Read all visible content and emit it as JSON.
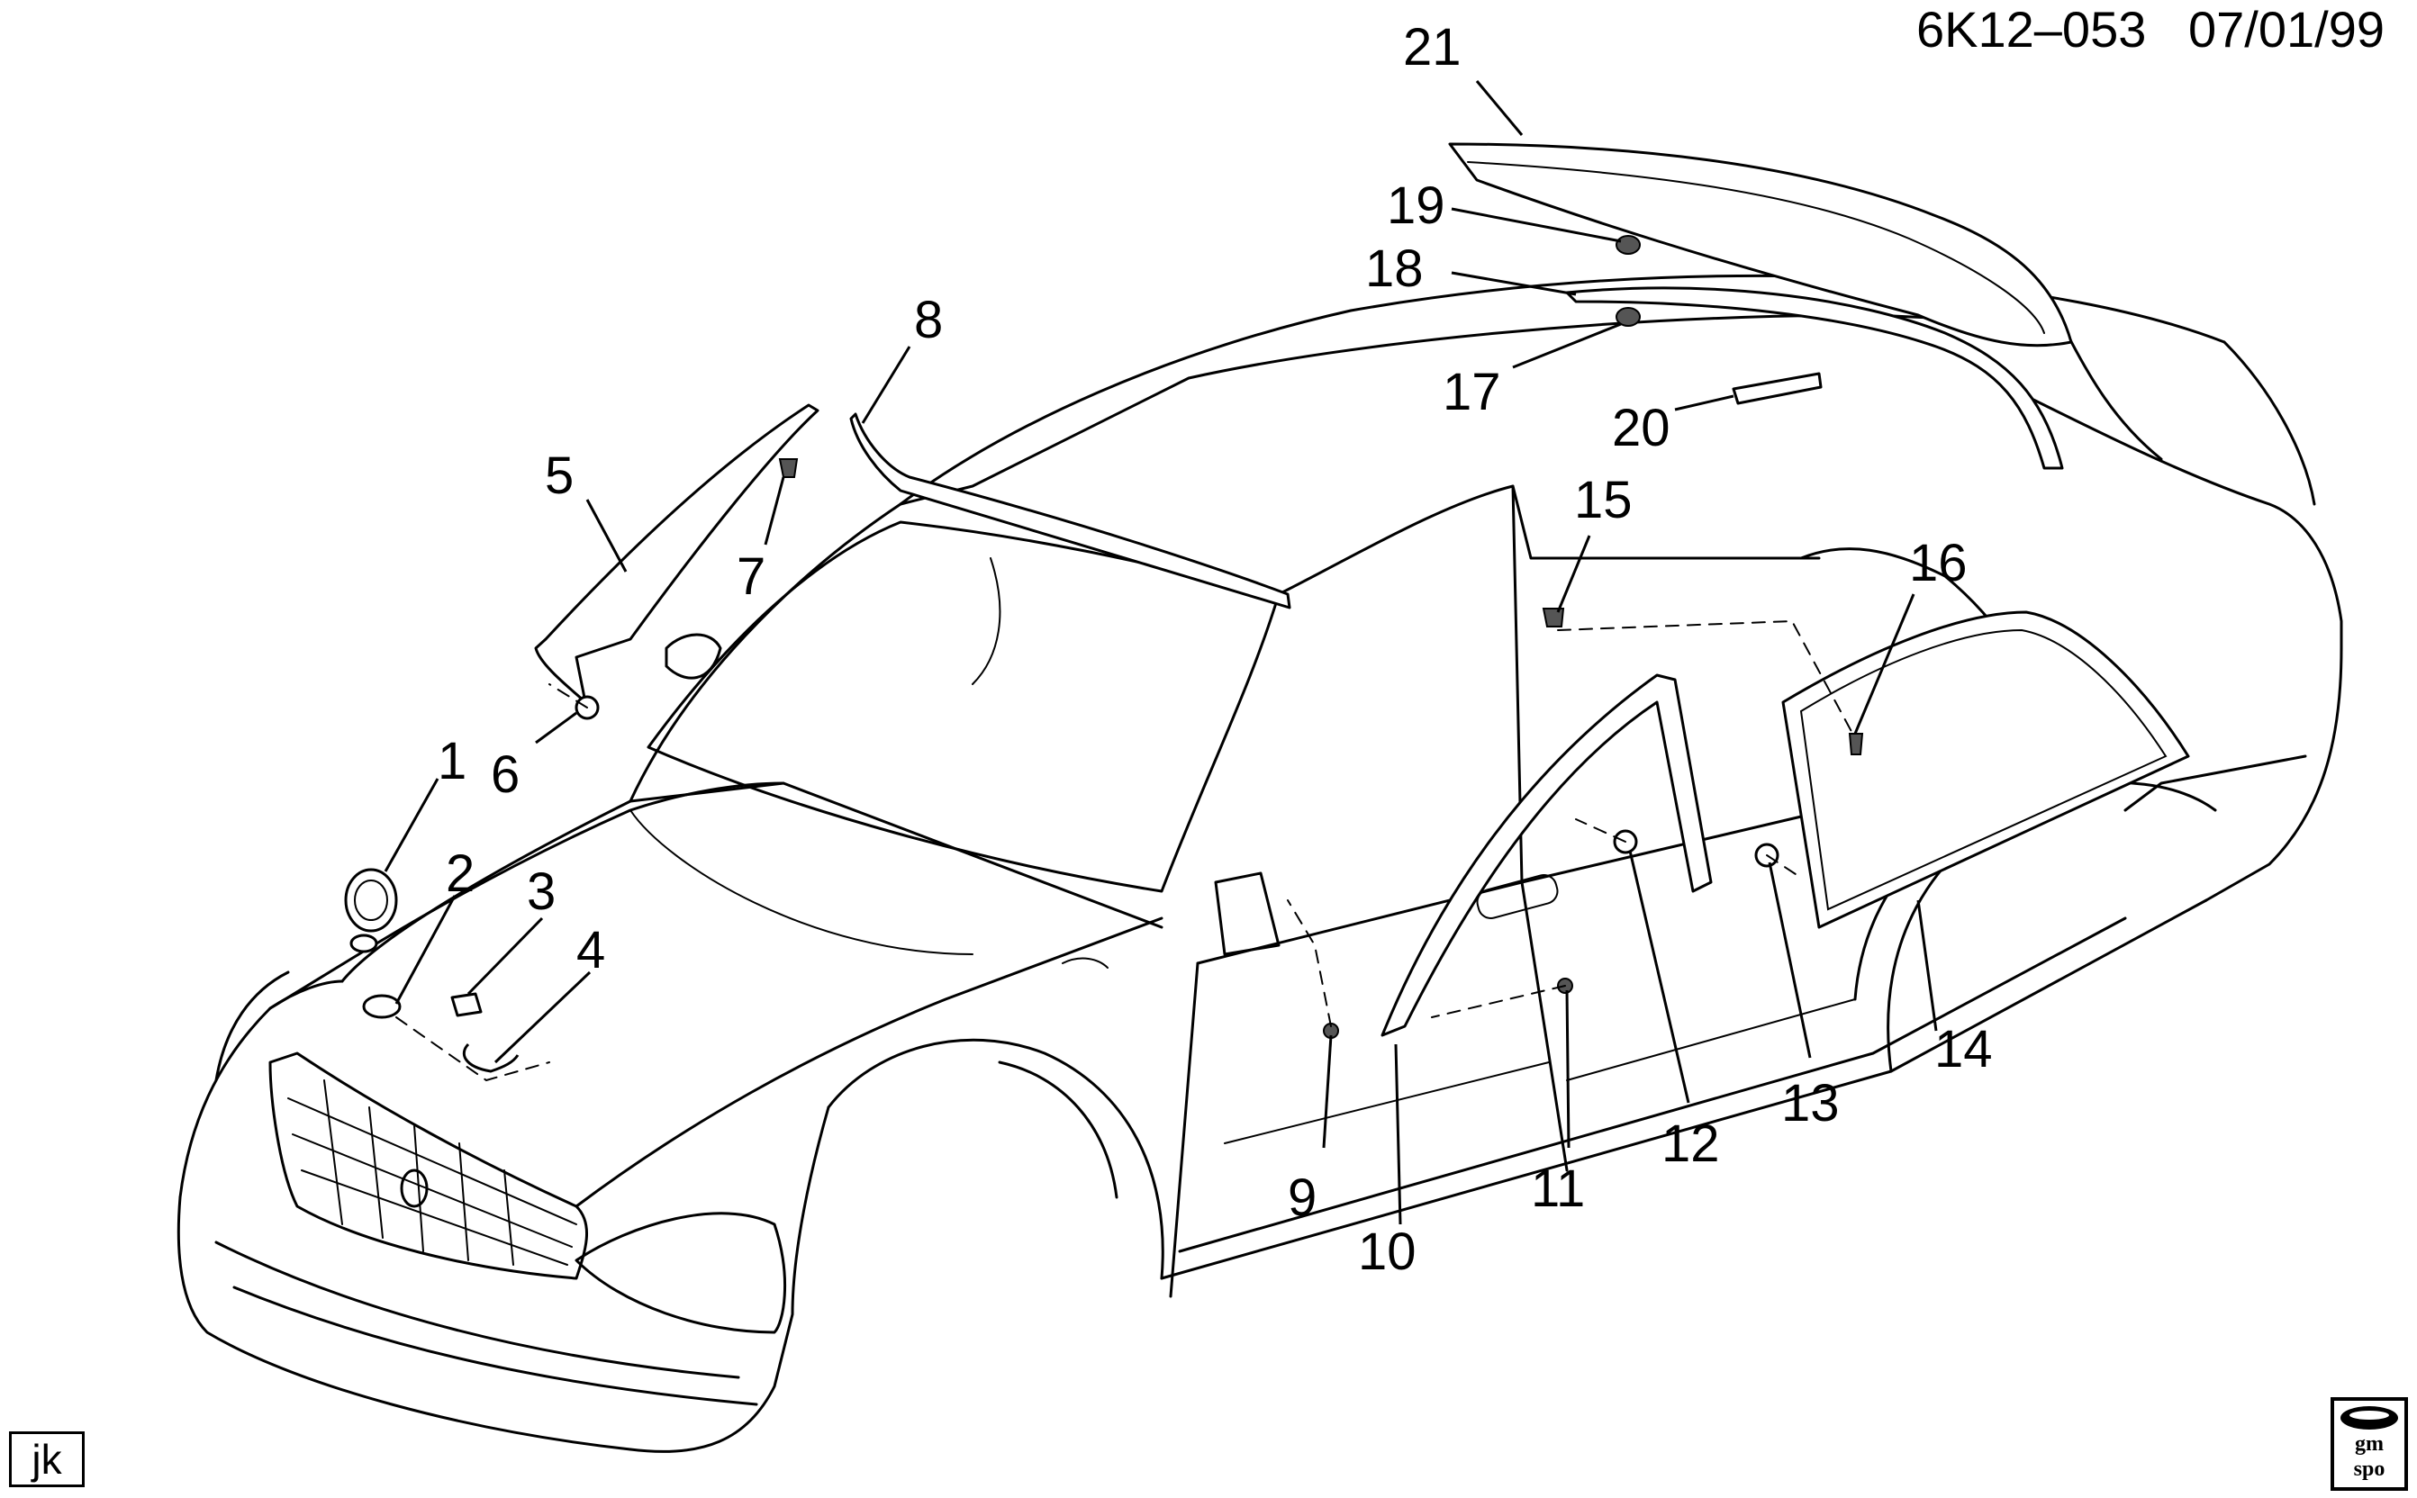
{
  "header": {
    "diagram_code": "6K12–053",
    "date": "07/01/99"
  },
  "callouts": [
    "1",
    "2",
    "3",
    "4",
    "5",
    "6",
    "7",
    "8",
    "9",
    "10",
    "11",
    "12",
    "13",
    "14",
    "15",
    "16",
    "17",
    "18",
    "19",
    "20",
    "21"
  ],
  "footer": {
    "initials": "jk",
    "logo_line1": "gm",
    "logo_line2": "spo"
  }
}
